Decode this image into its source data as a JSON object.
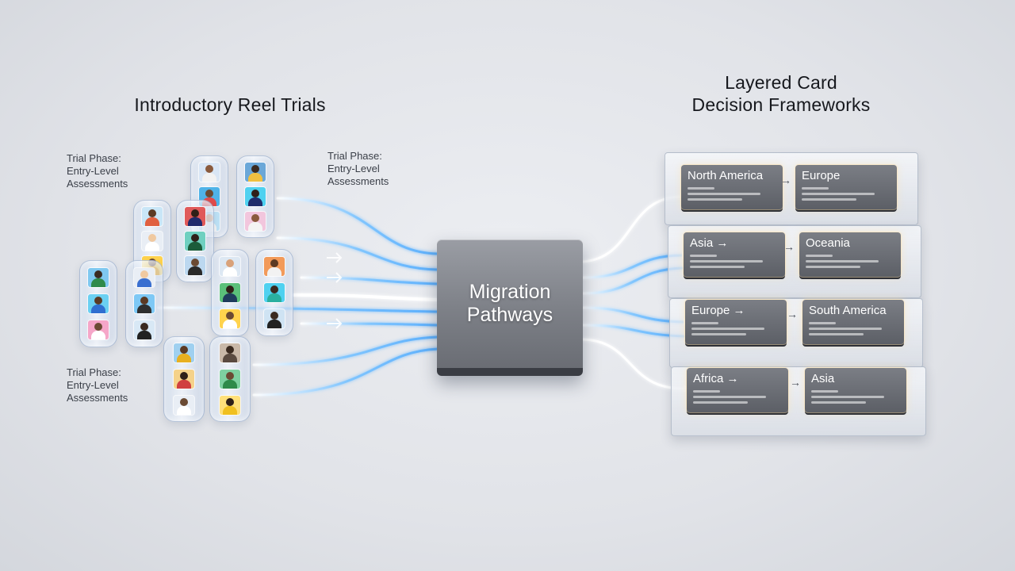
{
  "titles": {
    "left": "Introductory Reel Trials",
    "right_line1": "Layered Card",
    "right_line2": "Decision Frameworks"
  },
  "phase_labels": [
    {
      "line1": "Trial Phase:",
      "line2": "Entry-Level",
      "line3": "Assessments"
    },
    {
      "line1": "Trial Phase:",
      "line2": "Entry-Level",
      "line3": "Assessments"
    },
    {
      "line1": "Trial Phase:",
      "line2": "Entry-Level",
      "line3": "Assessments"
    }
  ],
  "hub": {
    "line1": "Migration",
    "line2": "Pathways"
  },
  "layers": [
    {
      "left": "North America",
      "right": "Europe"
    },
    {
      "left": "Asia →",
      "right": "Oceania"
    },
    {
      "left": "Europe →",
      "right": "South America"
    },
    {
      "left": "Africa →",
      "right": "Asia"
    }
  ],
  "colors": {
    "flow_blue": "#5fb4ff",
    "flow_white": "#ffffff",
    "card_glow": "#ffe2aa",
    "hub_dark": "#3a3d44"
  },
  "icons": {
    "flow_arrow": "right-arrow-icon",
    "card_link": "right-arrow-icon",
    "reel_frame": "person-portrait-icon"
  }
}
